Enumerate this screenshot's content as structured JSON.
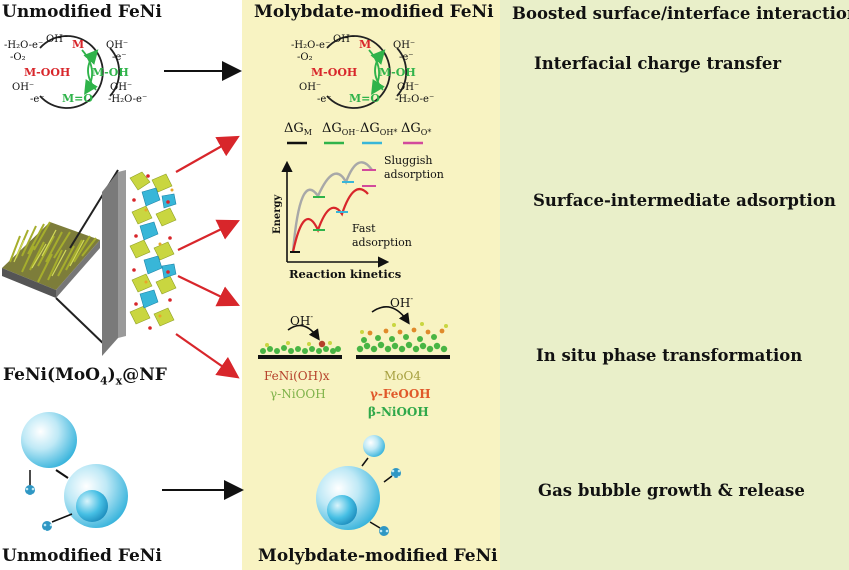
{
  "colors": {
    "mid_panel": "#f8f3c2",
    "right_panel": "#e9efc9",
    "red": "#d8262b",
    "green": "#2fb34a",
    "teal": "#38b6d8",
    "pink": "#d24a9c",
    "gray": "#a8a8a8"
  },
  "left": {
    "title_top": "Unmodified FeNi",
    "title_bottom": "Unmodified FeNi",
    "material_label": "FeNi(MoO",
    "material_sub_4": "4",
    "material_sub_x": "x",
    "material_suffix": "@NF"
  },
  "middle": {
    "title_top": "Molybdate-modified FeNi",
    "title_bottom": "Molybdate-modified FeNi",
    "legend": [
      {
        "symbol": "ΔG",
        "sub": "M",
        "color": "#111111"
      },
      {
        "symbol": "ΔG",
        "sub": "OH⁻",
        "color": "#2fb34a"
      },
      {
        "symbol": "ΔG",
        "sub": "OH*",
        "color": "#38b6d8"
      },
      {
        "symbol": "ΔG",
        "sub": "O*",
        "color": "#d24a9c"
      }
    ],
    "energy_label": "Energy",
    "reaction_label": "Reaction kinetics",
    "sluggish_line1": "Sluggish",
    "sluggish_line2": "adsorption",
    "fast_line1": "Fast",
    "fast_line2": "adsorption",
    "oh_left": "OH",
    "oh_right": "OH",
    "oh_sup": "-",
    "phase_left": [
      "FeNi(OH)x",
      "γ-NiOOH"
    ],
    "phase_right": [
      "MoO4",
      "γ-FeOOH",
      "β-NiOOH"
    ]
  },
  "cycle": {
    "m": "M",
    "mooh": "M-OOH",
    "moh": "M-OH",
    "mo": "M=O",
    "oh": "OH⁻",
    "e": "-e⁻",
    "h2o": "-H₂O-e⁻",
    "o2": "-O₂",
    "h2o_r": "-H₂O-e⁻"
  },
  "right": {
    "header": "Boosted surface/interface interaction",
    "items": [
      "Interfacial charge transfer",
      "Surface-intermediate adsorption",
      "In situ phase transformation",
      "Gas bubble growth & release"
    ]
  }
}
